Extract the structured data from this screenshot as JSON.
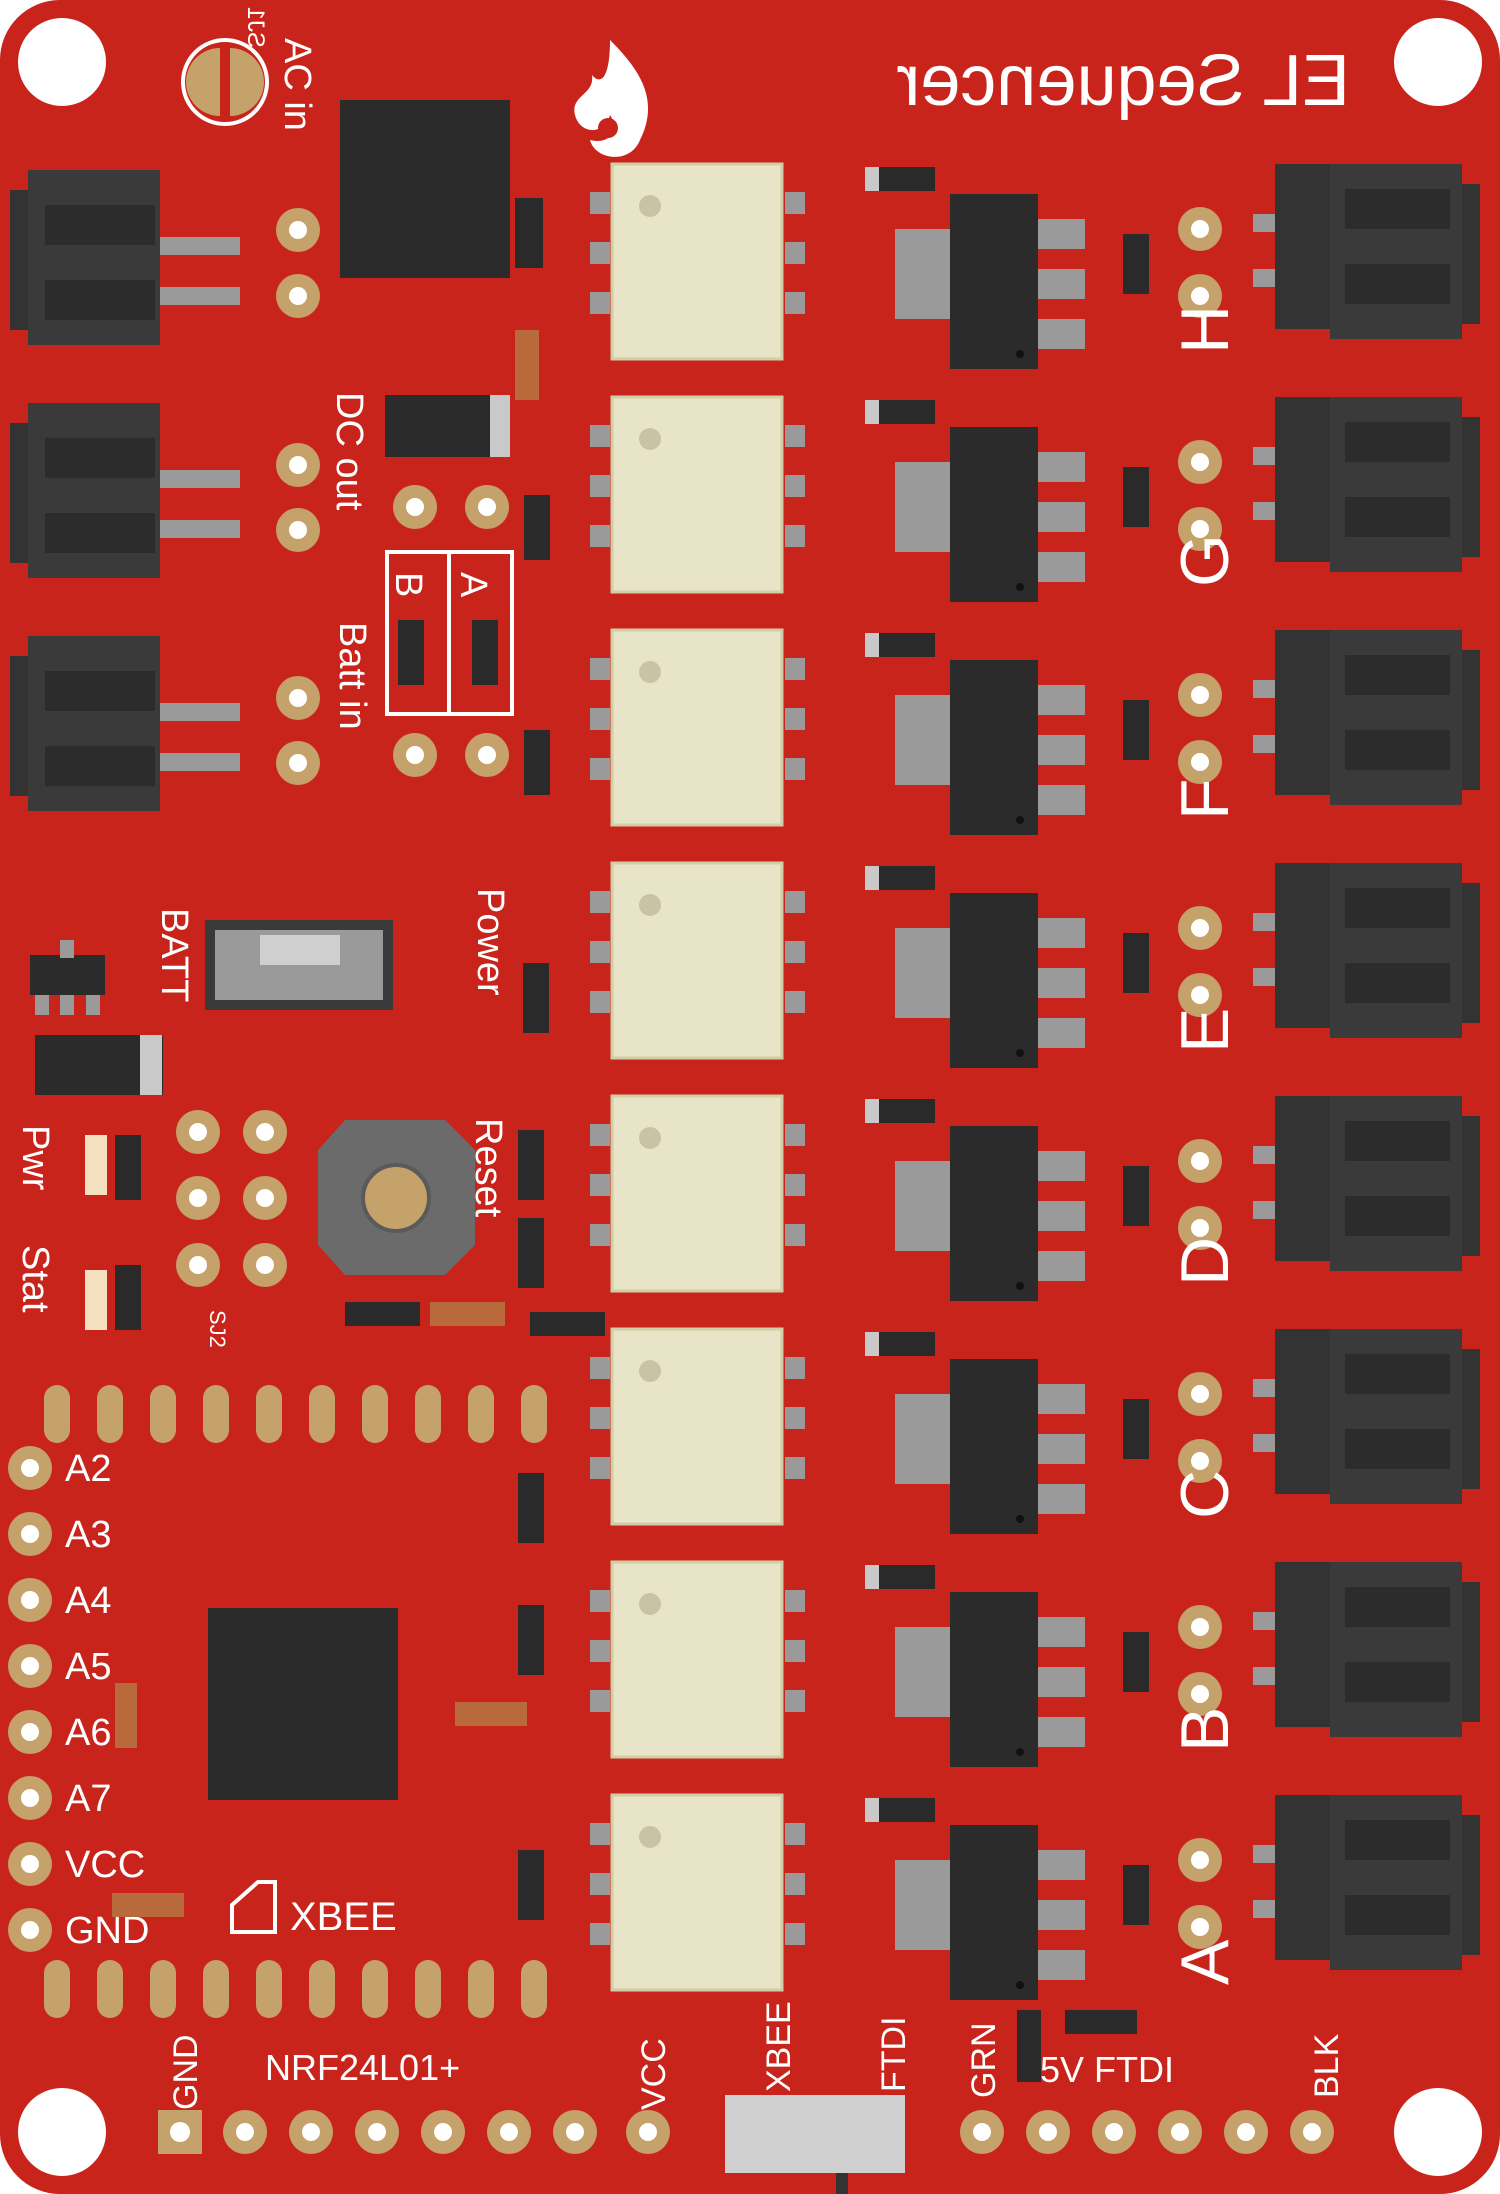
{
  "board": {
    "title": "EL Sequencer",
    "colors": {
      "pcb": "#c8241b",
      "silkscreen": "#ffffff",
      "pad": "#c5a26a",
      "component": "#2b2b2b"
    }
  },
  "labels": {
    "ac_in": "AC in",
    "sj1": "SJ1",
    "sj2": "SJ2",
    "dc_out": "DC out",
    "batt_in": "Batt in",
    "jumper_a": "A",
    "jumper_b": "B",
    "batt": "BATT",
    "power": "Power",
    "reset": "Reset",
    "pwr": "Pwr",
    "stat": "Stat",
    "xbee": "XBEE",
    "nrf": "NRF24L01+",
    "gnd_bottom": "GND",
    "vcc_bottom": "VCC",
    "xbee_switch": "XBEE",
    "ftdi_switch": "FTDI",
    "grn": "GRN",
    "five_v_ftdi": "5V FTDI",
    "blk": "BLK"
  },
  "channels": [
    "A",
    "B",
    "C",
    "D",
    "E",
    "F",
    "G",
    "H"
  ],
  "analog_pins": [
    "A2",
    "A3",
    "A4",
    "A5",
    "A6",
    "A7",
    "VCC",
    "GND"
  ]
}
